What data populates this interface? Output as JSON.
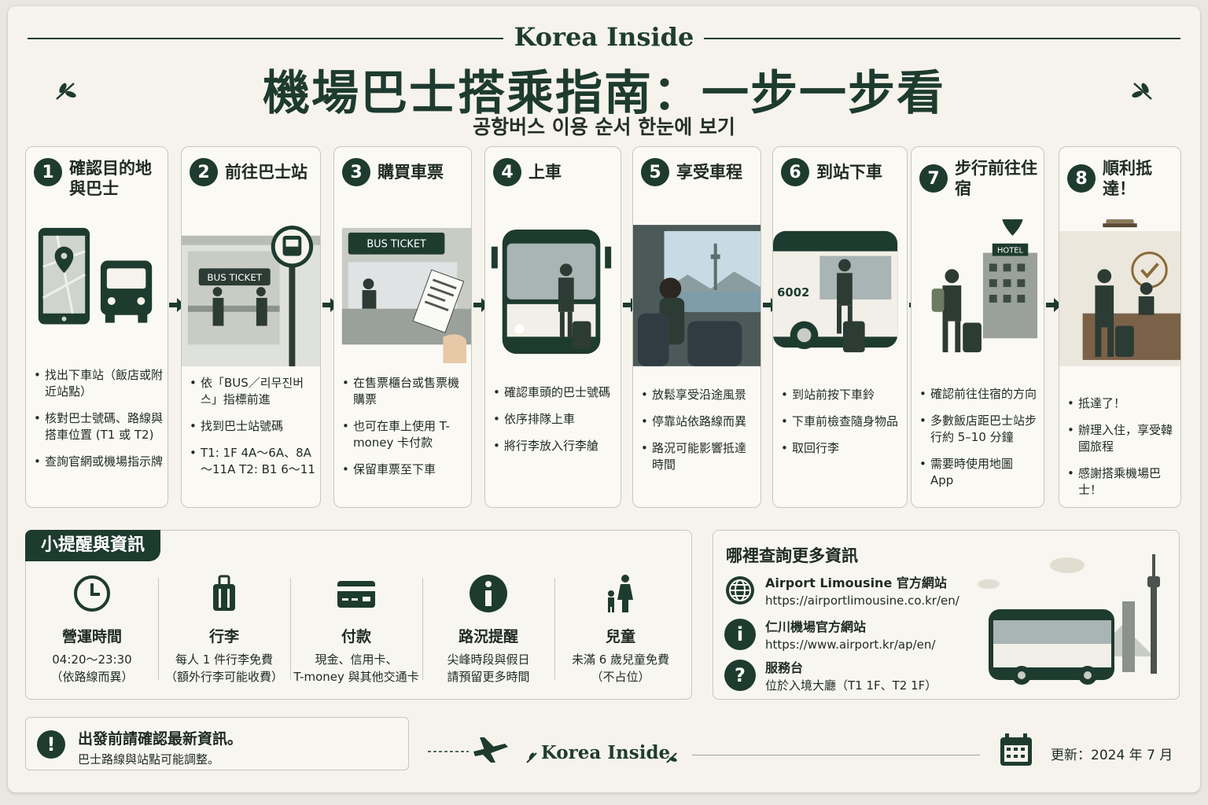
{
  "header": {
    "brand": "Korea Inside",
    "title": "機場巴士搭乘指南：一步一步看",
    "subtitle": "공항버스 이용 순서 한눈에 보기"
  },
  "steps": [
    {
      "num": "1",
      "title": "確認目的地與巴士",
      "bullets": [
        "找出下車站（飯店或附近站點）",
        "核對巴士號碼、路線與搭車位置 (T1 或 T2)",
        "查詢官網或機場指示牌"
      ]
    },
    {
      "num": "2",
      "title": "前往巴士站",
      "sign": "BUS TICKET",
      "bullets": [
        "依「BUS／리무진버스」指標前進",
        "找到巴士站號碼",
        "T1: 1F 4A～6A、8A～11A T2: B1 6～11"
      ]
    },
    {
      "num": "3",
      "title": "購買車票",
      "sign": "BUS TICKET",
      "bullets": [
        "在售票櫃台或售票機購票",
        "也可在車上使用 T-money 卡付款",
        "保留車票至下車"
      ]
    },
    {
      "num": "4",
      "title": "上車",
      "bullets": [
        "確認車頭的巴士號碼",
        "依序排隊上車",
        "將行李放入行李艙"
      ]
    },
    {
      "num": "5",
      "title": "享受車程",
      "bullets": [
        "放鬆享受沿途風景",
        "停靠站依路線而異",
        "路況可能影響抵達時間"
      ]
    },
    {
      "num": "6",
      "title": "到站下車",
      "bus_number": "6002",
      "bullets": [
        "到站前按下車鈴",
        "下車前檢查隨身物品",
        "取回行李"
      ]
    },
    {
      "num": "7",
      "title": "步行前往住宿",
      "sign": "HOTEL",
      "bullets": [
        "確認前往住宿的方向",
        "多數飯店距巴士站步行約 5–10 分鐘",
        "需要時使用地圖 App"
      ]
    },
    {
      "num": "8",
      "title": "順利抵達！",
      "bullets": [
        "抵達了！",
        "辦理入住，享受韓國旅程",
        "感謝搭乘機場巴士！"
      ]
    }
  ],
  "tips": {
    "heading": "小提醒與資訊",
    "items": [
      {
        "icon": "clock-icon",
        "title": "營運時間",
        "desc1": "04:20～23:30",
        "desc2": "（依路線而異）"
      },
      {
        "icon": "luggage-icon",
        "title": "行李",
        "desc1": "每人 1 件行李免費",
        "desc2": "（額外行李可能收費）"
      },
      {
        "icon": "card-icon",
        "title": "付款",
        "desc1": "現金、信用卡、",
        "desc2": "T-money 與其他交通卡"
      },
      {
        "icon": "info-icon",
        "title": "路況提醒",
        "desc1": "尖峰時段與假日",
        "desc2": "請預留更多時間"
      },
      {
        "icon": "family-icon",
        "title": "兒童",
        "desc1": "未滿 6 歲兒童免費",
        "desc2": "（不占位）"
      }
    ]
  },
  "more_info": {
    "heading": "哪裡查詢更多資訊",
    "items": [
      {
        "icon": "globe-icon",
        "label": "Airport Limousine 官方網站",
        "value": "https://airportlimousine.co.kr/en/"
      },
      {
        "icon": "info-icon",
        "glyph": "i",
        "label": "仁川機場官方網站",
        "value": "https://www.airport.kr/ap/en/"
      },
      {
        "icon": "question-icon",
        "glyph": "?",
        "label": "服務台",
        "value": "位於入境大廳（T1 1F、T2 1F）"
      }
    ]
  },
  "notice": {
    "glyph": "!",
    "title": "出發前請確認最新資訊。",
    "text": "巴士路線與站點可能調整。"
  },
  "footer": {
    "brand": "Korea Inside",
    "updated": "更新：2024 年 7 月"
  },
  "colors": {
    "accent": "#1e3b2f",
    "background": "#f6f3ec",
    "border": "#c4c8c0"
  }
}
